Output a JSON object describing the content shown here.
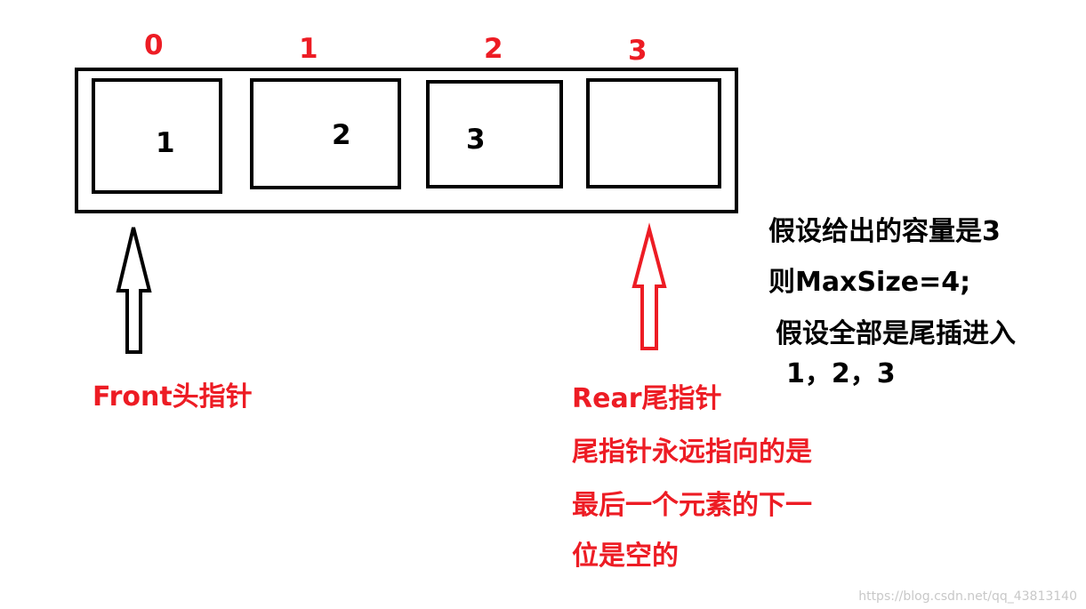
{
  "indices": [
    "0",
    "1",
    "2",
    "3"
  ],
  "cells": [
    "1",
    "2",
    "3",
    ""
  ],
  "front_label": "Front头指针",
  "rear_label": "Rear尾指针",
  "rear_desc": [
    "尾指针永远指向的是",
    "最后一个元素的下一",
    "位是空的"
  ],
  "notes": [
    "假设给出的容量是3",
    "则MaxSize=4;",
    "假设全部是尾插进入",
    "1，2，3"
  ],
  "watermark": "https://blog.csdn.net/qq_43813140",
  "colors": {
    "red": "#ed1c24",
    "black": "#000000"
  }
}
